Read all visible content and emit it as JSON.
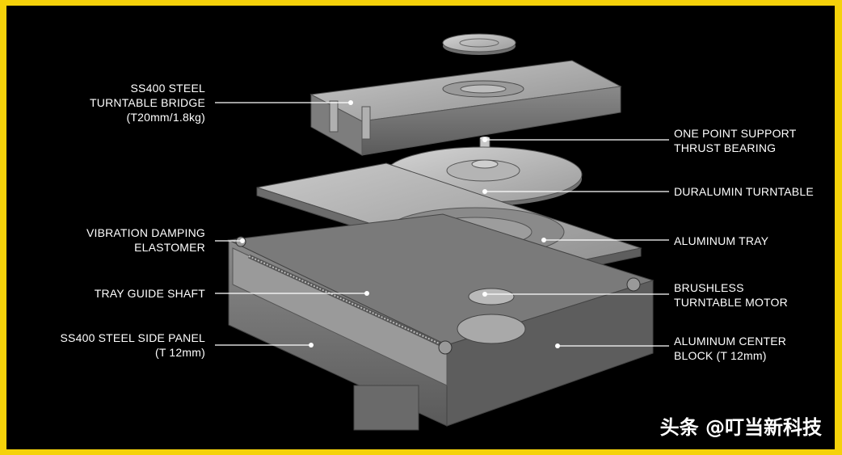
{
  "callouts": {
    "bridge": "SS400 STEEL\nTURNTABLE BRIDGE\n(T20mm/1.8kg)",
    "elastomer": "VIBRATION DAMPING\nELASTOMER",
    "guide_shaft": "TRAY GUIDE SHAFT",
    "side_panel": "SS400 STEEL SIDE PANEL\n(T 12mm)",
    "thrust_bearing": "ONE POINT SUPPORT\nTHRUST BEARING",
    "turntable": "DURALUMIN TURNTABLE",
    "tray": "ALUMINUM TRAY",
    "motor": "BRUSHLESS\nTURNTABLE MOTOR",
    "center_block": "ALUMINUM CENTER\nBLOCK (T 12mm)"
  },
  "watermark": "头条 @叮当新科技",
  "colors": {
    "border": "#f5d20a",
    "background": "#000000",
    "label": "#ffffff",
    "metal": "#9a9a9a"
  }
}
